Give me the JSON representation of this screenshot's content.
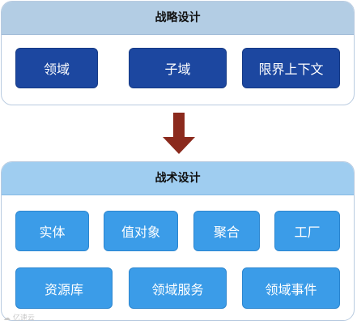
{
  "strategic": {
    "title": "战略设计",
    "items": [
      {
        "label": "领域"
      },
      {
        "label": "子域"
      },
      {
        "label": "限界上下文"
      }
    ]
  },
  "tactical": {
    "title": "战术设计",
    "items": [
      {
        "label": "实体"
      },
      {
        "label": "值对象"
      },
      {
        "label": "聚合"
      },
      {
        "label": "工厂"
      },
      {
        "label": "资源库"
      },
      {
        "label": "领域服务"
      },
      {
        "label": "领域事件"
      }
    ]
  },
  "watermark": {
    "text": "亿速云"
  },
  "colors": {
    "strategic_header": "#b3cde4",
    "tactical_header": "#9fcdf0",
    "strategic_box": "#1c47a0",
    "tactical_box": "#3b9ce8",
    "arrow": "#8b2a1d"
  }
}
